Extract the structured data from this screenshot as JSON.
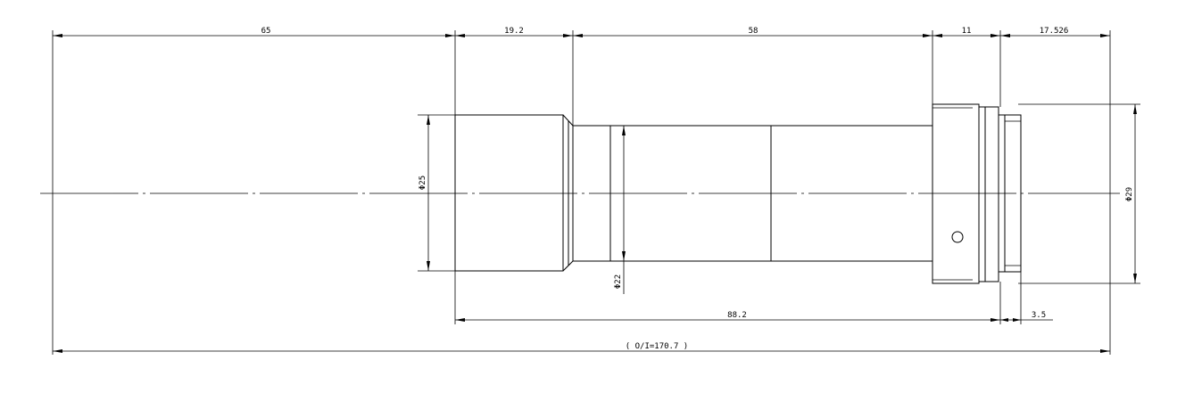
{
  "dimensions": {
    "d65": "65",
    "d19_2": "19.2",
    "d58": "58",
    "d11": "11",
    "d17_526": "17.526",
    "d88_2": "88.2",
    "d3_5": "3.5",
    "overall": "( O/I=170.7 )",
    "dia25": "Φ25",
    "dia22": "Φ22",
    "dia29": "Φ29"
  }
}
